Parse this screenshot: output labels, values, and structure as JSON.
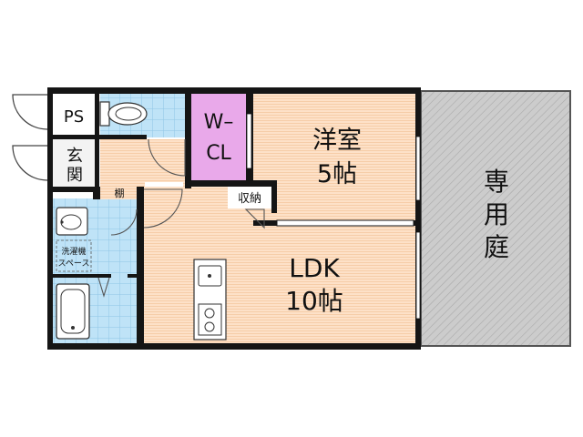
{
  "rooms": {
    "ps": "PS",
    "wcl_line1": "W–",
    "wcl_line2": "CL",
    "youshitsu_name": "洋室",
    "youshitsu_size": "5帖",
    "genkan_1": "玄",
    "genkan_2": "関",
    "tana": "棚",
    "shuunou": "収納",
    "sentakuki_1": "洗濯機",
    "sentakuki_2": "スペース",
    "ldk_name": "LDK",
    "ldk_size": "10帖",
    "garden_1": "専",
    "garden_2": "用",
    "garden_3": "庭"
  },
  "colors": {
    "wall": "#151515",
    "wood_floor": "#fde1c8",
    "wood_stripe": "#f6cda8",
    "tile": "#bfe3f7",
    "tile_line": "#8fc6e6",
    "closet": "#e9a9ea",
    "garden": "#cccccc",
    "garden_hatch": "#a9a9a9"
  }
}
